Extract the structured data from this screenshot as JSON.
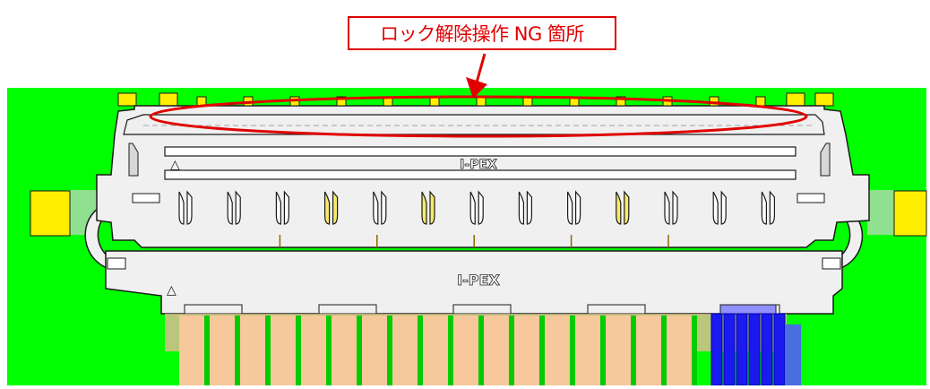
{
  "callout": {
    "text": "ロック解除操作 NG 箇所"
  },
  "connector": {
    "upper_marking": "I-PEX",
    "lower_marking": "I-PEX",
    "polarity_symbol": "△",
    "contact_count": 13
  },
  "colors": {
    "board_background": "#00ff00",
    "highlight_red": "#e00000",
    "connector_body": "#f0f0f0",
    "outline": "#1a1a1a",
    "solder_tab_yellow": "#ffee00",
    "cable_conductor": "#f7c89b",
    "ground_bars": "#1a1aee"
  },
  "icons": {
    "callout_arrow": "red-arrow-icon",
    "highlight_ellipse": "red-ellipse-highlight"
  }
}
